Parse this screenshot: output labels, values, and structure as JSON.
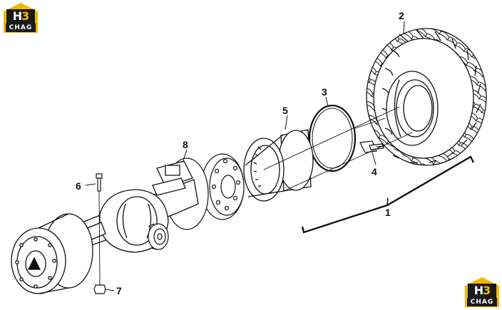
{
  "logos": [
    {
      "letter": "H",
      "digit": "3",
      "word": "CHAG"
    },
    {
      "letter": "H",
      "digit": "3",
      "word": "CHAG"
    }
  ],
  "callouts": [
    "1",
    "2",
    "3",
    "4",
    "5",
    "6",
    "7",
    "8"
  ],
  "colors": {
    "line": "#111111",
    "logo_gold": "#f2b705",
    "logo_dark": "#1a1a1a"
  }
}
